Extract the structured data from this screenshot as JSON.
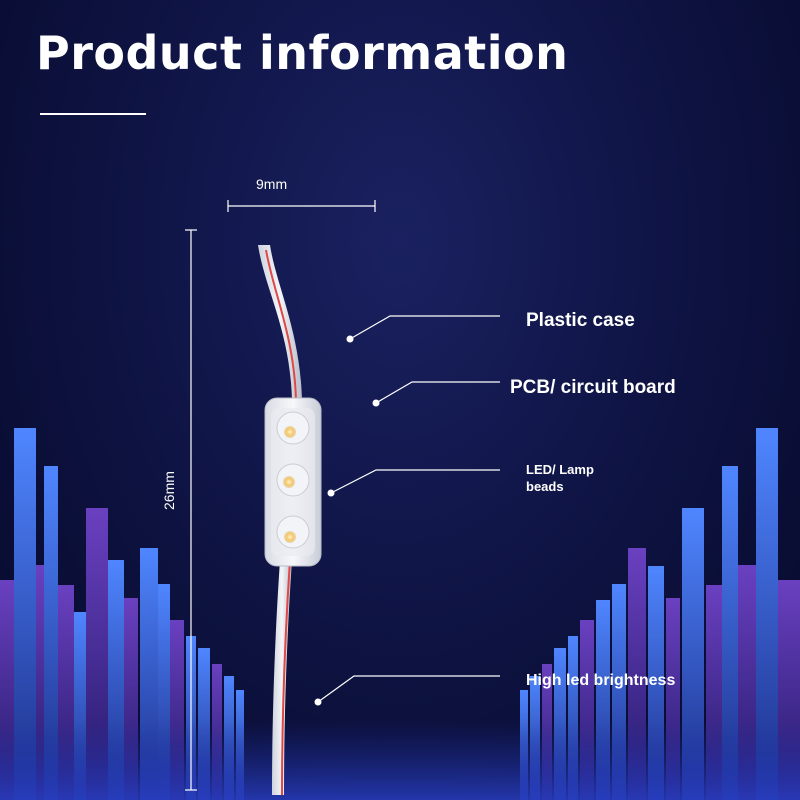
{
  "title": "Product information",
  "dimensions": {
    "width": "9mm",
    "length": "26mm"
  },
  "labels": {
    "plastic_case": "Plastic case",
    "pcb": "PCB/ circuit board",
    "led_line1": "LED/ Lamp",
    "led_line2": "beads",
    "brightness": "High led brightness"
  },
  "colors": {
    "background": "#0d1240",
    "bar_blue": "#3a72e8",
    "bar_purple": "#5a3aa8",
    "wire_red": "#e04848",
    "led_warm": "#f3c66a"
  }
}
